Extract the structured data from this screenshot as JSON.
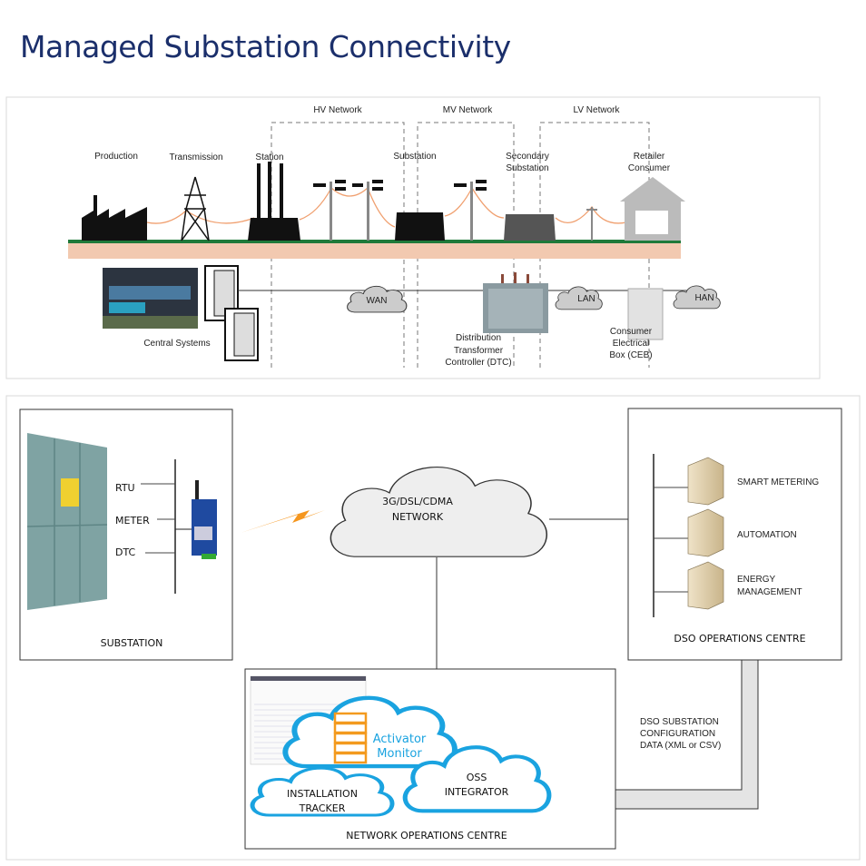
{
  "title": "Managed Substation Connectivity",
  "top_diagram": {
    "networks": [
      "HV Network",
      "MV Network",
      "LV Network"
    ],
    "stages": {
      "production": "Production",
      "transmission": "Transmission",
      "station": "Station",
      "substation": "Substation",
      "secondary": [
        "Secondary",
        "Substation"
      ],
      "retailer": [
        "Retailer",
        "Consumer"
      ]
    },
    "central_systems": "Central Systems",
    "wan": "WAN",
    "lan": "LAN",
    "han": "HAN",
    "dtc": [
      "Distribution",
      "Transformer",
      "Controller (DTC)"
    ],
    "ceb": [
      "Consumer",
      "Electrical",
      "Box (CEB)"
    ],
    "colors": {
      "ground": "#1f7a3a",
      "cable": "#f0a070",
      "soil": "#f2c9b0"
    }
  },
  "bottom_diagram": {
    "substation": {
      "title": "SUBSTATION",
      "devices": [
        "RTU",
        "METER",
        "DTC"
      ]
    },
    "network_cloud": [
      "3G/DSL/CDMA",
      "NETWORK"
    ],
    "dso": {
      "title": "DSO OPERATIONS CENTRE",
      "servers": [
        [
          "SMART METERING"
        ],
        [
          "AUTOMATION"
        ],
        [
          "ENERGY",
          "MANAGEMENT"
        ]
      ]
    },
    "config_data": [
      "DSO SUBSTATION",
      "CONFIGURATION",
      "DATA (XML or CSV)"
    ],
    "noc": {
      "title": "NETWORK OPERATIONS CENTRE",
      "activator": [
        "Activator",
        "Monitor"
      ],
      "installation": [
        "INSTALLATION",
        "TRACKER"
      ],
      "oss": [
        "OSS",
        "INTEGRATOR"
      ]
    },
    "colors": {
      "cloud_blue": "#1aa3e0",
      "activator_orange": "#f39a1e",
      "lightning": "#f5961e"
    }
  }
}
